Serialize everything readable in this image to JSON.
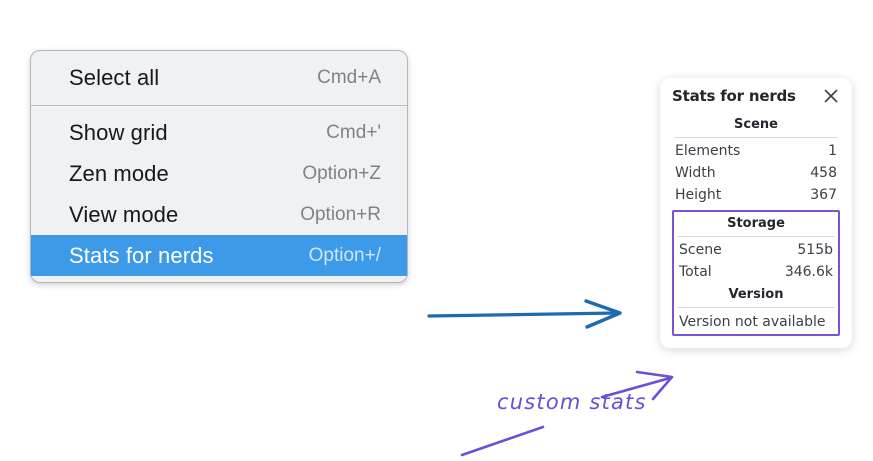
{
  "menu": {
    "groups": [
      {
        "items": [
          {
            "label": "Select all",
            "accel": "Cmd+A",
            "selected": false
          }
        ]
      },
      {
        "items": [
          {
            "label": "Show grid",
            "accel": "Cmd+'",
            "selected": false
          },
          {
            "label": "Zen mode",
            "accel": "Option+Z",
            "selected": false
          },
          {
            "label": "View mode",
            "accel": "Option+R",
            "selected": false
          },
          {
            "label": "Stats for nerds",
            "accel": "Option+/",
            "selected": true
          }
        ]
      }
    ],
    "highlight_color": "#3d9ae8"
  },
  "stats_panel": {
    "title": "Stats for nerds",
    "close_icon": "close-icon",
    "scene": {
      "heading": "Scene",
      "rows": [
        {
          "key": "Elements",
          "value": "1"
        },
        {
          "key": "Width",
          "value": "458"
        },
        {
          "key": "Height",
          "value": "367"
        }
      ]
    },
    "storage": {
      "heading": "Storage",
      "rows": [
        {
          "key": "Scene",
          "value": "515b"
        },
        {
          "key": "Total",
          "value": "346.6k"
        }
      ]
    },
    "version": {
      "heading": "Version",
      "text": "Version not available"
    },
    "highlight_border_color": "#7a52d6"
  },
  "annotations": {
    "custom_stats_label": "custom stats",
    "arrow_color_blue": "#1b6cb0",
    "arrow_color_purple": "#6b4fd8"
  }
}
